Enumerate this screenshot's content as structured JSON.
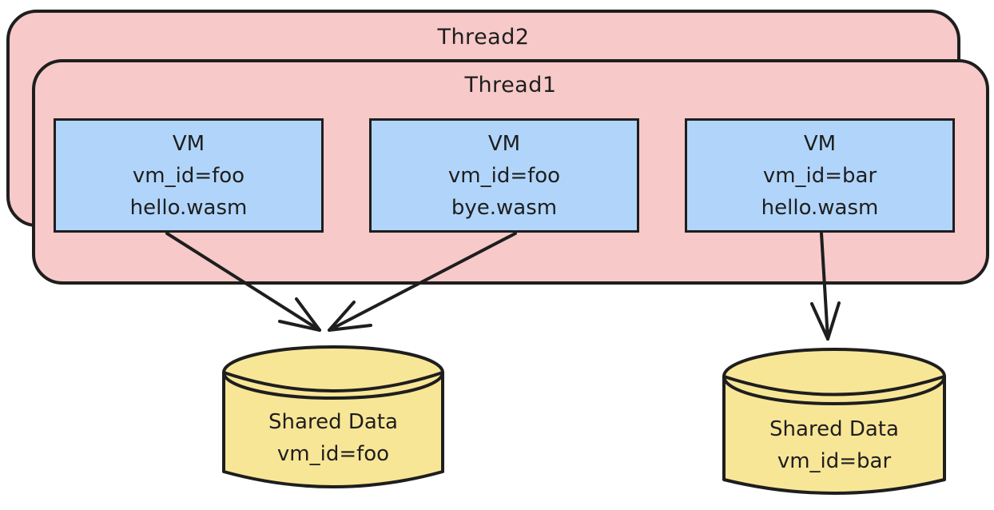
{
  "threads": [
    {
      "label": "Thread2"
    },
    {
      "label": "Thread1"
    }
  ],
  "vms": [
    {
      "title": "VM",
      "vm_id": "vm_id=foo",
      "module": "hello.wasm"
    },
    {
      "title": "VM",
      "vm_id": "vm_id=foo",
      "module": "bye.wasm"
    },
    {
      "title": "VM",
      "vm_id": "vm_id=bar",
      "module": "hello.wasm"
    }
  ],
  "stores": [
    {
      "title": "Shared Data",
      "vm_id": "vm_id=foo"
    },
    {
      "title": "Shared Data",
      "vm_id": "vm_id=bar"
    }
  ],
  "colors": {
    "thread_fill": "#f7c9c9",
    "vm_fill": "#b1d5fa",
    "store_fill": "#f8e697",
    "stroke": "#1e1e1e"
  }
}
